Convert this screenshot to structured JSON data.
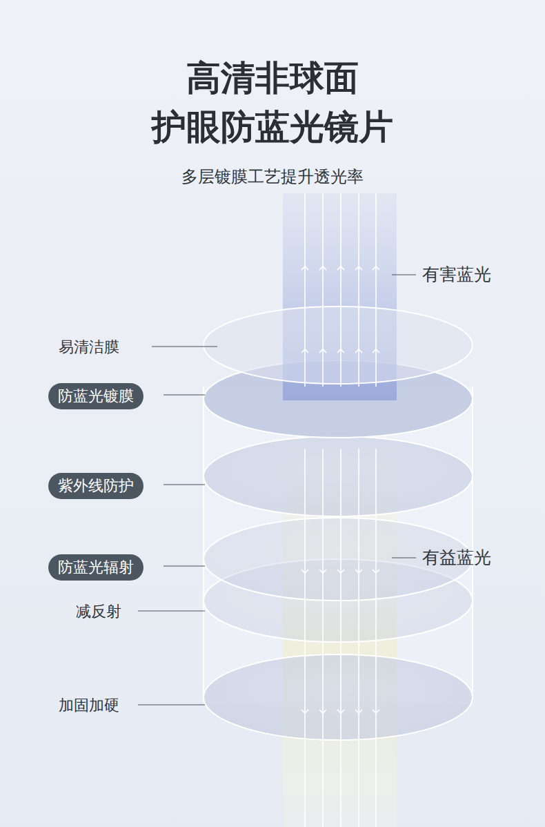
{
  "diagram": {
    "title": "高清非球面 护眼防蓝光镜片",
    "nodes": [
      {
        "text": [
          "防蓝光镀膜"
        ]
      },
      {
        "text": [
          "紫外线防护"
        ]
      },
      {
        "text": [
          "防蓝光辐射"
        ]
      }
    ],
    "labels": [
      "多层镀膜工艺提升透光率",
      "有害蓝光",
      "易清洁膜",
      "有益蓝光",
      "减反射",
      "加固加硬"
    ]
  }
}
